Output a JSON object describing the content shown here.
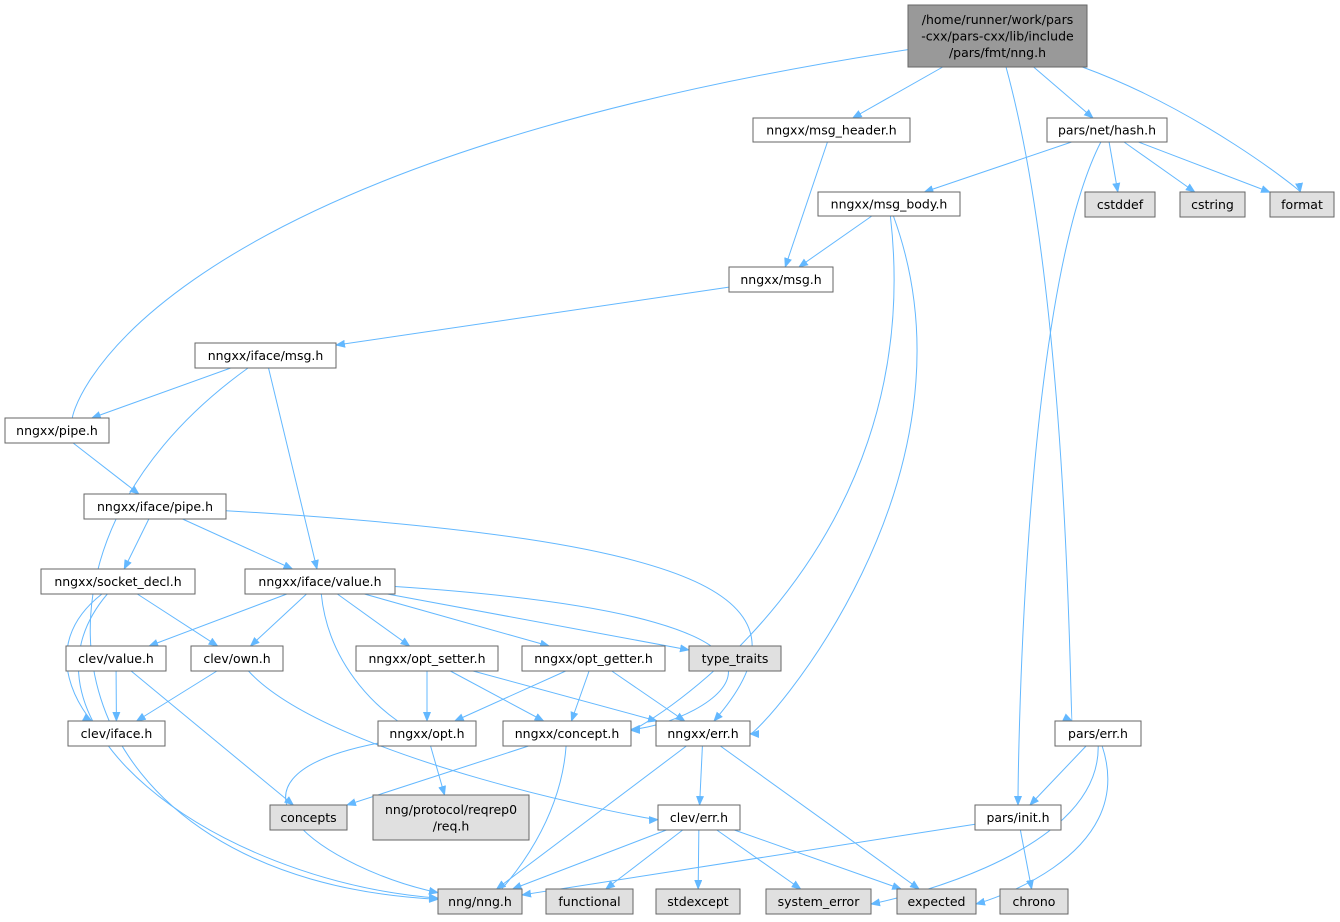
{
  "colors": {
    "root": "#999999",
    "external": "#e0e0e0",
    "internal": "#ffffff",
    "edge": "#63b8ff"
  },
  "nodes": {
    "root": {
      "lines": [
        "/home/runner/work/pars",
        "-cxx/pars-cxx/lib/include",
        "/pars/fmt/nng.h"
      ],
      "kind": "root"
    },
    "msg_header": {
      "lines": [
        "nngxx/msg_header.h"
      ],
      "kind": "internal"
    },
    "hash": {
      "lines": [
        "pars/net/hash.h"
      ],
      "kind": "internal"
    },
    "msg_body": {
      "lines": [
        "nngxx/msg_body.h"
      ],
      "kind": "internal"
    },
    "cstddef": {
      "lines": [
        "cstddef"
      ],
      "kind": "external"
    },
    "cstring": {
      "lines": [
        "cstring"
      ],
      "kind": "external"
    },
    "format": {
      "lines": [
        "format"
      ],
      "kind": "external"
    },
    "msg": {
      "lines": [
        "nngxx/msg.h"
      ],
      "kind": "internal"
    },
    "iface_msg": {
      "lines": [
        "nngxx/iface/msg.h"
      ],
      "kind": "internal"
    },
    "pipe": {
      "lines": [
        "nngxx/pipe.h"
      ],
      "kind": "internal"
    },
    "iface_pipe": {
      "lines": [
        "nngxx/iface/pipe.h"
      ],
      "kind": "internal"
    },
    "socket_decl": {
      "lines": [
        "nngxx/socket_decl.h"
      ],
      "kind": "internal"
    },
    "iface_value": {
      "lines": [
        "nngxx/iface/value.h"
      ],
      "kind": "internal"
    },
    "clev_value": {
      "lines": [
        "clev/value.h"
      ],
      "kind": "internal"
    },
    "clev_own": {
      "lines": [
        "clev/own.h"
      ],
      "kind": "internal"
    },
    "opt_setter": {
      "lines": [
        "nngxx/opt_setter.h"
      ],
      "kind": "internal"
    },
    "opt_getter": {
      "lines": [
        "nngxx/opt_getter.h"
      ],
      "kind": "internal"
    },
    "type_traits": {
      "lines": [
        "type_traits"
      ],
      "kind": "external"
    },
    "clev_iface": {
      "lines": [
        "clev/iface.h"
      ],
      "kind": "internal"
    },
    "opt": {
      "lines": [
        "nngxx/opt.h"
      ],
      "kind": "internal"
    },
    "concept": {
      "lines": [
        "nngxx/concept.h"
      ],
      "kind": "internal"
    },
    "nngxx_err": {
      "lines": [
        "nngxx/err.h"
      ],
      "kind": "internal"
    },
    "pars_err": {
      "lines": [
        "pars/err.h"
      ],
      "kind": "internal"
    },
    "concepts": {
      "lines": [
        "concepts"
      ],
      "kind": "external"
    },
    "req": {
      "lines": [
        "nng/protocol/reqrep0",
        "/req.h"
      ],
      "kind": "external"
    },
    "clev_err": {
      "lines": [
        "clev/err.h"
      ],
      "kind": "internal"
    },
    "pars_init": {
      "lines": [
        "pars/init.h"
      ],
      "kind": "internal"
    },
    "nng": {
      "lines": [
        "nng/nng.h"
      ],
      "kind": "external"
    },
    "functional": {
      "lines": [
        "functional"
      ],
      "kind": "external"
    },
    "stdexcept": {
      "lines": [
        "stdexcept"
      ],
      "kind": "external"
    },
    "system_error": {
      "lines": [
        "system_error"
      ],
      "kind": "external"
    },
    "expected": {
      "lines": [
        "expected"
      ],
      "kind": "external"
    },
    "chrono": {
      "lines": [
        "chrono"
      ],
      "kind": "external"
    }
  },
  "edges": [
    [
      "root",
      "pipe"
    ],
    [
      "root",
      "msg_header"
    ],
    [
      "root",
      "pars_err"
    ],
    [
      "root",
      "hash"
    ],
    [
      "root",
      "format"
    ],
    [
      "msg_header",
      "msg"
    ],
    [
      "hash",
      "msg_body"
    ],
    [
      "hash",
      "pars_init"
    ],
    [
      "hash",
      "cstddef"
    ],
    [
      "hash",
      "cstring"
    ],
    [
      "hash",
      "format"
    ],
    [
      "msg_body",
      "msg"
    ],
    [
      "msg_body",
      "concept"
    ],
    [
      "msg_body",
      "nngxx_err"
    ],
    [
      "msg",
      "iface_msg"
    ],
    [
      "iface_msg",
      "pipe"
    ],
    [
      "iface_msg",
      "nng"
    ],
    [
      "iface_msg",
      "iface_value"
    ],
    [
      "pipe",
      "iface_pipe"
    ],
    [
      "iface_pipe",
      "socket_decl"
    ],
    [
      "iface_pipe",
      "iface_value"
    ],
    [
      "iface_pipe",
      "nngxx_err"
    ],
    [
      "socket_decl",
      "clev_iface"
    ],
    [
      "socket_decl",
      "clev_own"
    ],
    [
      "socket_decl",
      "nng"
    ],
    [
      "iface_value",
      "clev_value"
    ],
    [
      "iface_value",
      "clev_own"
    ],
    [
      "iface_value",
      "opt"
    ],
    [
      "iface_value",
      "opt_setter"
    ],
    [
      "iface_value",
      "opt_getter"
    ],
    [
      "iface_value",
      "type_traits"
    ],
    [
      "iface_value",
      "concept"
    ],
    [
      "clev_value",
      "clev_iface"
    ],
    [
      "clev_value",
      "concepts"
    ],
    [
      "clev_own",
      "clev_iface"
    ],
    [
      "clev_own",
      "clev_err"
    ],
    [
      "opt_setter",
      "opt"
    ],
    [
      "opt_setter",
      "concept"
    ],
    [
      "opt_setter",
      "nngxx_err"
    ],
    [
      "opt_getter",
      "opt"
    ],
    [
      "opt_getter",
      "concept"
    ],
    [
      "opt_getter",
      "nngxx_err"
    ],
    [
      "opt",
      "nng"
    ],
    [
      "opt",
      "req"
    ],
    [
      "concept",
      "concepts"
    ],
    [
      "concept",
      "nng"
    ],
    [
      "nngxx_err",
      "nng"
    ],
    [
      "nngxx_err",
      "clev_err"
    ],
    [
      "nngxx_err",
      "expected"
    ],
    [
      "clev_err",
      "nng"
    ],
    [
      "clev_err",
      "functional"
    ],
    [
      "clev_err",
      "stdexcept"
    ],
    [
      "clev_err",
      "system_error"
    ],
    [
      "clev_err",
      "expected"
    ],
    [
      "pars_err",
      "pars_init"
    ],
    [
      "pars_err",
      "system_error"
    ],
    [
      "pars_err",
      "expected"
    ],
    [
      "pars_init",
      "nng"
    ],
    [
      "pars_init",
      "chrono"
    ]
  ]
}
